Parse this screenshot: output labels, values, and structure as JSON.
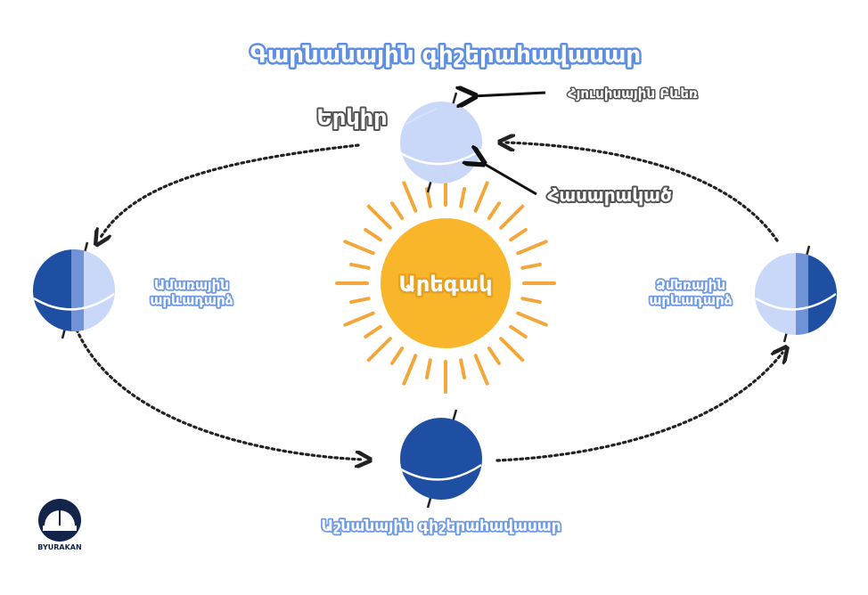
{
  "title": "Գարնանային գիշերահավասար",
  "bottom_title": "Աշնանային գիշերահավասար",
  "earth_label": "Երկիր",
  "north_pole_label": "Հյուսիսային Բևեռ",
  "equator_label": "Հասարակած",
  "sun_label": "Արեգակ",
  "summer_label_line1": "Ամառային",
  "summer_label_line2": "արևադարձ",
  "winter_label_line1": "Ձմեռային",
  "winter_label_line2": "արևադարձ",
  "logo_text": "BYURAKAN",
  "colors": {
    "sun": "#f9b62b",
    "sun_rays": "#f3a73a",
    "earth_light": "#c9d8f8",
    "earth_dark": "#1e4fa3",
    "glow": "#5f8fe0"
  }
}
